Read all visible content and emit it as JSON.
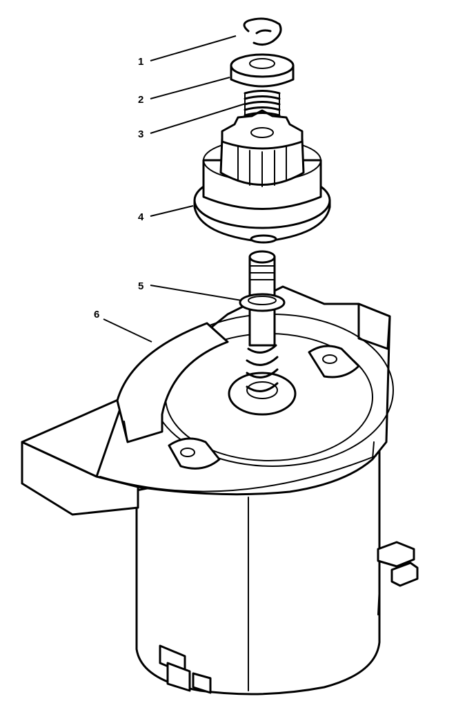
{
  "callouts": [
    {
      "label": "1",
      "part": "retaining-ring"
    },
    {
      "label": "2",
      "part": "stop-nut"
    },
    {
      "label": "3",
      "part": "spring"
    },
    {
      "label": "4",
      "part": "pinion-gear"
    },
    {
      "label": "5",
      "part": "thrust-washer"
    },
    {
      "label": "6",
      "part": "dust-cover"
    }
  ],
  "colors": {
    "ink": "#000000",
    "paper": "#ffffff"
  }
}
